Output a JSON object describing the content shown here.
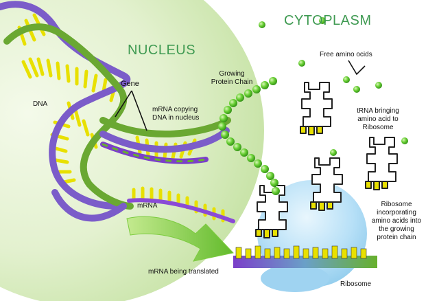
{
  "labels": {
    "cytoplasm": "CYTOPLASM",
    "nucleus": "NUCLEUS",
    "free_amino_acids": "Free amino ocids",
    "growing_protein_chain": "Growing\nProtein Chain",
    "gene": "Gene",
    "dna": "DNA",
    "mrna_copying": "mRNA copying\nDNA in nucleus",
    "trna_bringing": "tRNA bringing\namino acid to\nRibosome",
    "mrna": "mRNA",
    "ribosome_incorporating": "Ribosome\nincorporating\namino acids into\nthe growing\nprotein chain",
    "mrna_being_translated": "mRNA being translated",
    "ribosome": "Ribosome"
  },
  "colors": {
    "title_green": "#3f9a52",
    "nucleus_glow": "#cfe8b0",
    "dna_purple": "#7b5cc9",
    "dna_green": "#6aa832",
    "base_yellow": "#e8e000",
    "amino_green": "#5fc62e",
    "ribosome_blue": "#a9d9f4",
    "arrow_green": "#7ccb3f"
  }
}
